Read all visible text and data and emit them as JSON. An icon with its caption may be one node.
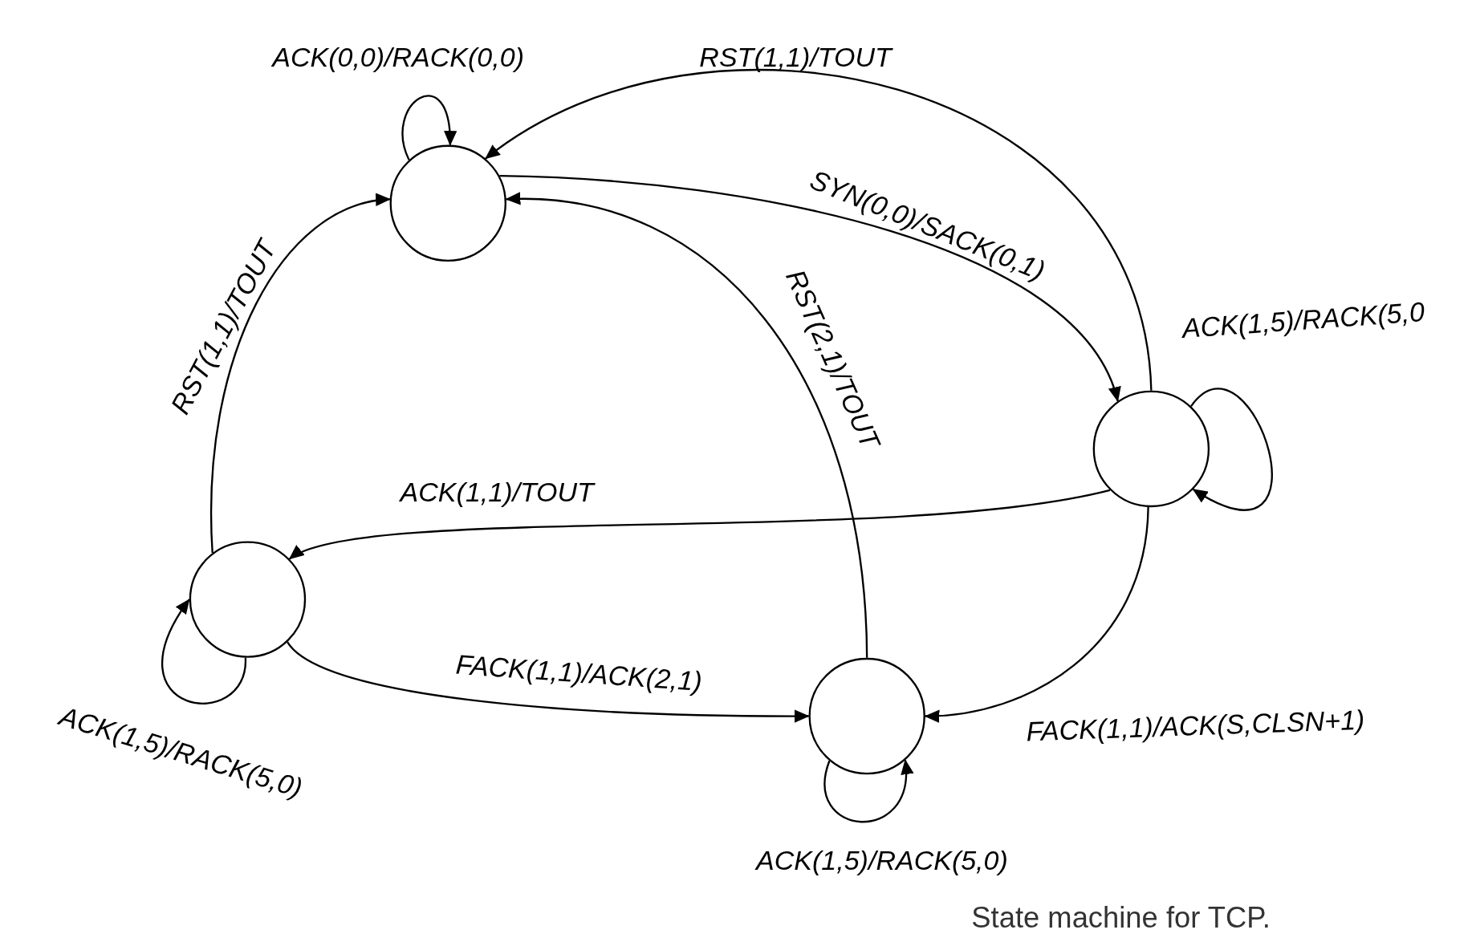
{
  "diagram": {
    "caption": "State machine for TCP.",
    "nodes": [
      {
        "text": [],
        "shape": "circle"
      },
      {
        "text": [],
        "shape": "circle"
      },
      {
        "text": [],
        "shape": "circle"
      },
      {
        "text": [],
        "shape": "circle"
      }
    ],
    "edges": [
      {
        "from": 0,
        "to": 0,
        "arrow": "to",
        "label": "ACK(0,0)/RACK(0,0)"
      },
      {
        "from": 1,
        "to": 0,
        "arrow": "to",
        "label": "RST(1,1)/TOUT"
      },
      {
        "from": 0,
        "to": 1,
        "arrow": "to",
        "label": "SYN(0,0)/SACK(0,1)"
      },
      {
        "from": 1,
        "to": 1,
        "arrow": "to",
        "label": "ACK(1,5)/RACK(5,0"
      },
      {
        "from": 1,
        "to": 2,
        "arrow": "to",
        "label": "ACK(1,1)/TOUT"
      },
      {
        "from": 2,
        "to": 0,
        "arrow": "to",
        "label": "RST(1,1)/TOUT"
      },
      {
        "from": 3,
        "to": 0,
        "arrow": "to",
        "label": "RST(2,1)/TOUT"
      },
      {
        "from": 2,
        "to": 2,
        "arrow": "to",
        "label": "ACK(1,5)/RACK(5,0)"
      },
      {
        "from": 2,
        "to": 3,
        "arrow": "to",
        "label": "FACK(1,1)/ACK(2,1)"
      },
      {
        "from": 1,
        "to": 3,
        "arrow": "to",
        "label": "FACK(1,1)/ACK(S,CLSN+1)"
      },
      {
        "from": 3,
        "to": 3,
        "arrow": "to",
        "label": "ACK(1,5)/RACK(5,0)"
      }
    ]
  }
}
